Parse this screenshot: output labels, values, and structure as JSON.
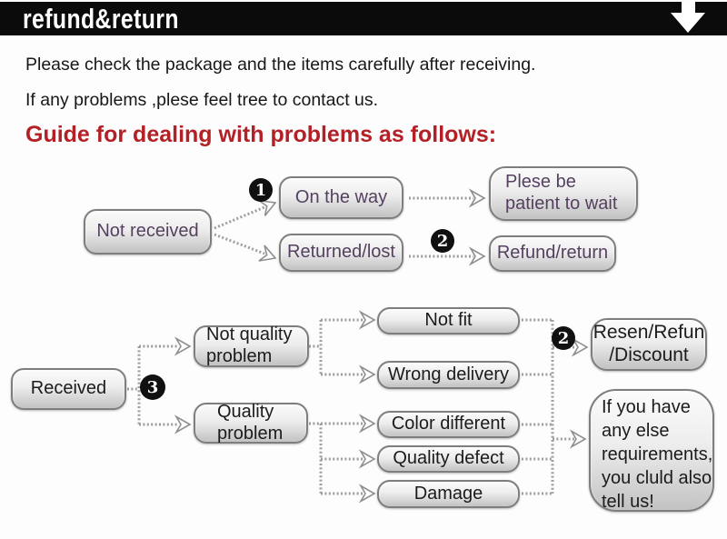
{
  "banner": {
    "title": "refund&return",
    "icon": "down-arrow"
  },
  "intro": {
    "line1": "Please check the package and the items carefully after receiving.",
    "line2": "If any problems ,plese feel tree to contact us."
  },
  "heading": {
    "text": "Guide for dealing with problems as follows:"
  },
  "colors": {
    "banner_bg": "#0b0b0b",
    "heading_red": "#b32025",
    "section1_text_purple": "#55415f",
    "box_border_gray": "#7e7e7e",
    "connector_gray": "#9e9e9e"
  },
  "flow_not_received": {
    "badge_1": "1",
    "badge_2": "2",
    "nodes": {
      "not_received": "Not received",
      "on_the_way": "On the way",
      "returned_lost": "Returned/lost",
      "plese_be_patient": "Plese be\npatient to wait",
      "refund_return": "Refund/return"
    }
  },
  "flow_received": {
    "badge_3": "3",
    "badge_2": "2",
    "nodes": {
      "received": "Received",
      "not_quality_problem": "Not quality\nproblem",
      "quality_problem": "Quality\nproblem",
      "not_fit": "Not fit",
      "wrong_delivery": "Wrong delivery",
      "color_different": "Color different",
      "quality_defect": "Quality defect",
      "damage": "Damage",
      "resen_refun_discount": "Resen/Refun\n/Discount",
      "if_you_have": "If you have\nany else\nrequirements,\nyou cluld also\ntell us!"
    }
  }
}
